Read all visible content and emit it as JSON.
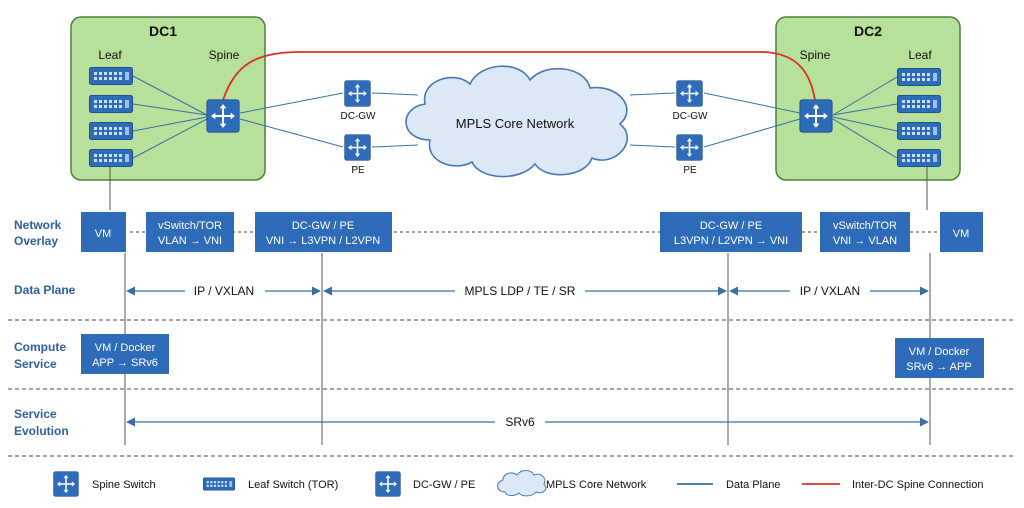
{
  "dc1": {
    "title": "DC1",
    "leaf_label": "Leaf",
    "spine_label": "Spine"
  },
  "dc2": {
    "title": "DC2",
    "leaf_label": "Leaf",
    "spine_label": "Spine"
  },
  "left_devices": {
    "dcgw_label": "DC-GW",
    "pe_label": "PE"
  },
  "right_devices": {
    "dcgw_label": "DC-GW",
    "pe_label": "PE"
  },
  "core": {
    "label": "MPLS Core Network"
  },
  "rows": {
    "network_overlay": [
      "Network",
      "Overlay"
    ],
    "data_plane": [
      "Data Plane"
    ],
    "compute_service": [
      "Compute",
      "Service"
    ],
    "service_evolution": [
      "Service",
      "Evolution"
    ]
  },
  "overlay_boxes": {
    "vm_left": [
      "VM"
    ],
    "vswitch_left": [
      "vSwitch/TOR",
      "VLAN → VNI"
    ],
    "dcgw_pe_left": [
      "DC-GW / PE",
      "VNI → L3VPN / L2VPN"
    ],
    "dcgw_pe_right": [
      "DC-GW / PE",
      "L3VPN / L2VPN → VNI"
    ],
    "vswitch_right": [
      "vSwitch/TOR",
      "VNI → VLAN"
    ],
    "vm_right": [
      "VM"
    ]
  },
  "data_plane_segments": {
    "left": "IP / VXLAN",
    "middle": "MPLS LDP / TE / SR",
    "right": "IP / VXLAN"
  },
  "compute_boxes": {
    "left": [
      "VM / Docker",
      "APP → SRv6"
    ],
    "right": [
      "VM / Docker",
      "SRv6 → APP"
    ]
  },
  "service_evolution_label": "SRv6",
  "legend": {
    "spine": "Spine Switch",
    "leaf": "Leaf Switch (TOR)",
    "dcgw": "DC-GW / PE",
    "core": "MPLS Core Network",
    "data_plane": "Data Plane",
    "inter_dc": "Inter-DC Spine Connection"
  },
  "colors": {
    "dc_fill": "#b7e09a",
    "dc_stroke": "#4f7f3a",
    "device_blue": "#2e6bb8",
    "link_blue": "#3a6ea8",
    "inter_dc_red": "#d9302c",
    "cloud_fill": "#dce8f6",
    "cloud_stroke": "#4a78b0"
  },
  "icons": {
    "spine": "spine-switch-icon",
    "leaf": "leaf-switch-icon",
    "dcgw": "dcgw-pe-router-icon",
    "core": "mpls-cloud-icon"
  }
}
